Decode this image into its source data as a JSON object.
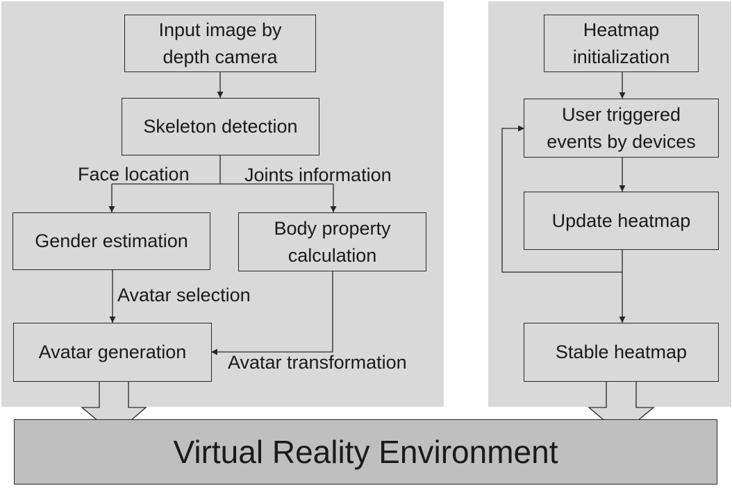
{
  "left_panel": {
    "nodes": {
      "input": "Input image by\ndepth camera",
      "skeleton": "Skeleton detection",
      "gender": "Gender estimation",
      "body": "Body property\ncalculation",
      "avatar_gen": "Avatar generation"
    },
    "edge_labels": {
      "face_location": "Face location",
      "joints_information": "Joints information",
      "avatar_selection": "Avatar selection",
      "avatar_transformation": "Avatar transformation"
    }
  },
  "right_panel": {
    "nodes": {
      "heatmap_init": "Heatmap\ninitialization",
      "user_triggered": "User triggered\nevents by devices",
      "update": "Update heatmap",
      "stable": "Stable heatmap"
    }
  },
  "bottom": {
    "vr_environment": "Virtual Reality Environment"
  },
  "colors": {
    "panel": "#d9d9d9",
    "vr_box": "#bfbfbf",
    "lines": "#262626"
  }
}
